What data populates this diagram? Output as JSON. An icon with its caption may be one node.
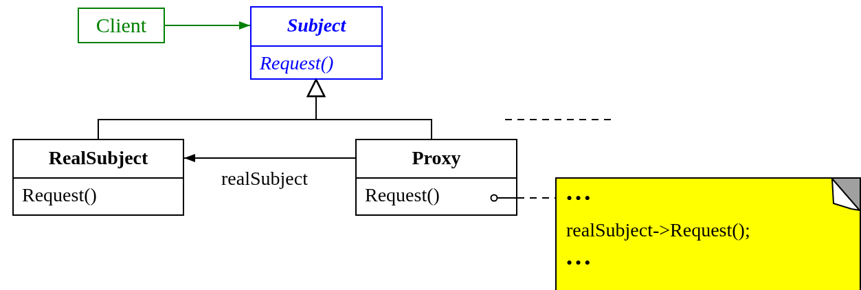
{
  "diagram": {
    "nodes": [
      {
        "text": [
          "Client"
        ]
      },
      {
        "text": [
          "Subject",
          "Request()"
        ]
      },
      {
        "text": [
          "RealSubject",
          "Request()"
        ]
      },
      {
        "text": [
          "Proxy",
          "Request()"
        ]
      },
      {
        "text": [
          "•••",
          "realSubject->Request();",
          "•••"
        ]
      }
    ],
    "edges": [
      {
        "from": 0,
        "to": 1,
        "arrow": "to",
        "color": "#008000"
      },
      {
        "from": 2,
        "to": 1,
        "arrow": "to"
      },
      {
        "from": 3,
        "to": 1,
        "arrow": "to"
      },
      {
        "from": 3,
        "to": 2,
        "arrow": "to",
        "label": "realSubject"
      },
      {
        "from": 3,
        "to": 4,
        "arrow": "other",
        "style": "dashed"
      }
    ]
  }
}
